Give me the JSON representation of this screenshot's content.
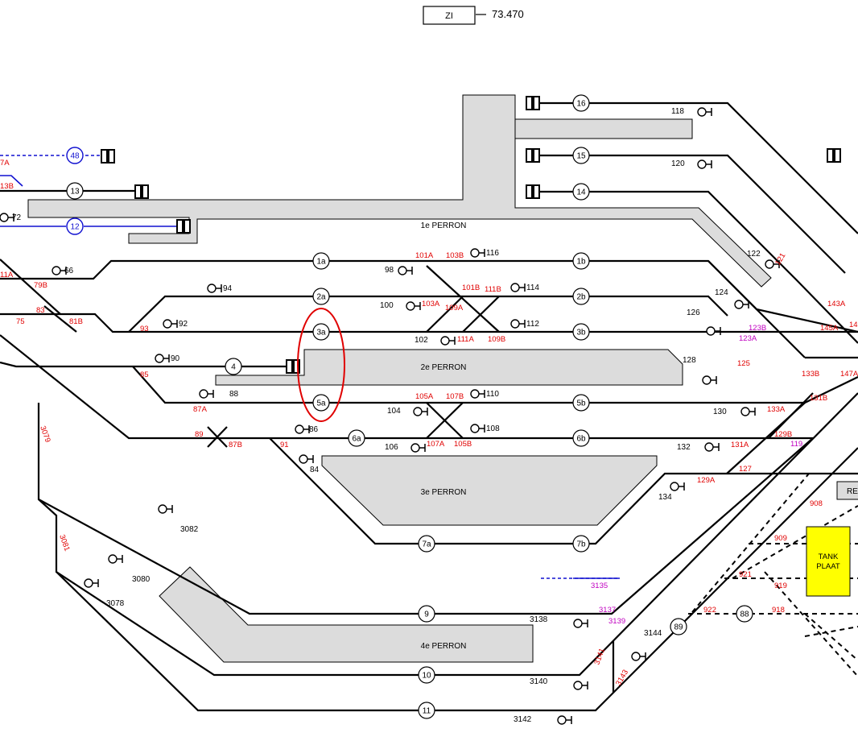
{
  "km_marker": {
    "box_label": "ZI",
    "km": "73.470"
  },
  "platforms": [
    "1e PERRON",
    "2e PERRON",
    "3e PERRON",
    "4e PERRON"
  ],
  "tank_plaat": {
    "line1": "TANK",
    "line2": "PLAAT"
  },
  "re_label": "RE",
  "track_numbers": [
    "1a",
    "1b",
    "2a",
    "2b",
    "3a",
    "3b",
    "4",
    "5a",
    "5b",
    "6a",
    "6b",
    "7a",
    "7b",
    "9",
    "10",
    "11",
    "12",
    "13",
    "14",
    "15",
    "16",
    "48",
    "88",
    "89"
  ],
  "signals": [
    "66",
    "72",
    "84",
    "86",
    "88",
    "90",
    "92",
    "94",
    "98",
    "100",
    "102",
    "104",
    "106",
    "108",
    "110",
    "112",
    "114",
    "116",
    "118",
    "120",
    "122",
    "124",
    "126",
    "128",
    "130",
    "132",
    "134",
    "3078",
    "3080",
    "3082",
    "3138",
    "3140",
    "3142",
    "3144"
  ],
  "red_switch_labels": [
    "7A",
    "13B",
    "11A",
    "79B",
    "83",
    "75",
    "81B",
    "93",
    "85",
    "87A",
    "89",
    "87B",
    "91",
    "101A",
    "103B",
    "101B",
    "111B",
    "103A",
    "109A",
    "111A",
    "109B",
    "105A",
    "107B",
    "107A",
    "105B",
    "121",
    "143A",
    "145A",
    "14",
    "125",
    "133B",
    "147A",
    "131B",
    "133A",
    "129B",
    "131A",
    "127",
    "129A",
    "3079",
    "3081",
    "908",
    "909",
    "921",
    "919",
    "922",
    "918",
    "3141",
    "3143",
    "3137",
    "3139"
  ],
  "magenta_labels": [
    "123B",
    "123A",
    "119",
    "3135",
    "3137",
    "3139"
  ],
  "highlight_note": "3a/5a"
}
